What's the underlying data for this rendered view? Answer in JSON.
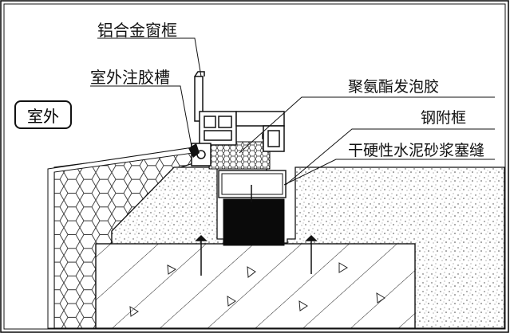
{
  "labels": {
    "aluminum_frame": "铝合金窗框",
    "exterior_sealant_groove": "室外注胶槽",
    "polyurethane_foam": "聚氨酯发泡胶",
    "steel_subframe": "钢附框",
    "dry_mortar_joint": "干硬性水泥砂浆塞缝"
  },
  "room_tag": "室外"
}
